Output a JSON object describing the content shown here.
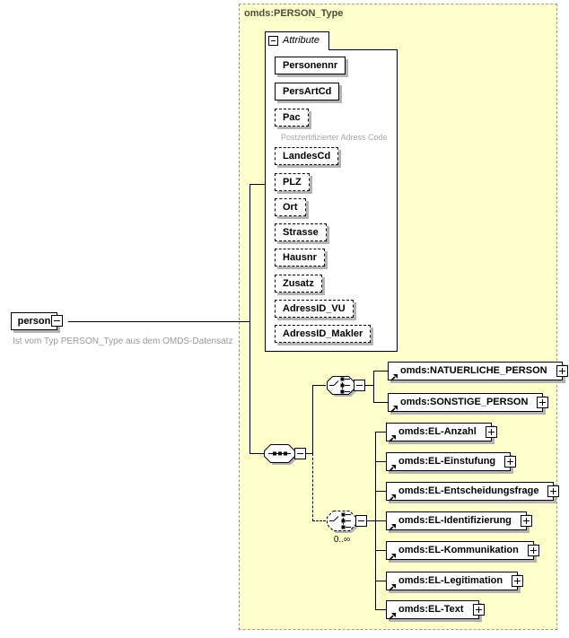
{
  "diagram": {
    "root_element": {
      "label": "person",
      "caption": "Ist vom Typ PERSON_Type aus dem OMDS-Datensatz"
    },
    "type_box": {
      "title": "omds:PERSON_Type",
      "bg_color": "#ffffcc",
      "border_color": "#999999"
    },
    "attribute_group": {
      "label": "Attribute",
      "attributes": [
        {
          "name": "Personennr",
          "use": "required"
        },
        {
          "name": "PersArtCd",
          "use": "required"
        },
        {
          "name": "Pac",
          "use": "optional",
          "caption": "Postzertifizierter Adress Code"
        },
        {
          "name": "LandesCd",
          "use": "optional"
        },
        {
          "name": "PLZ",
          "use": "optional"
        },
        {
          "name": "Ort",
          "use": "optional"
        },
        {
          "name": "Strasse",
          "use": "optional"
        },
        {
          "name": "Hausnr",
          "use": "optional"
        },
        {
          "name": "Zusatz",
          "use": "optional"
        },
        {
          "name": "AdressID_VU",
          "use": "optional"
        },
        {
          "name": "AdressID_Makler",
          "use": "optional"
        }
      ]
    },
    "person_choice": {
      "elements": [
        "omds:NATUERLICHE_PERSON",
        "omds:SONSTIGE_PERSON"
      ]
    },
    "el_choice": {
      "multiplicity": "0..∞",
      "elements": [
        "omds:EL-Anzahl",
        "omds:EL-Einstufung",
        "omds:EL-Entscheidungsfrage",
        "omds:EL-Identifizierung",
        "omds:EL-Kommunikation",
        "omds:EL-Legitimation",
        "omds:EL-Text"
      ]
    },
    "colors": {
      "shadow": "#b3b3b3",
      "caption_text": "#999999",
      "line": "#000000"
    }
  }
}
